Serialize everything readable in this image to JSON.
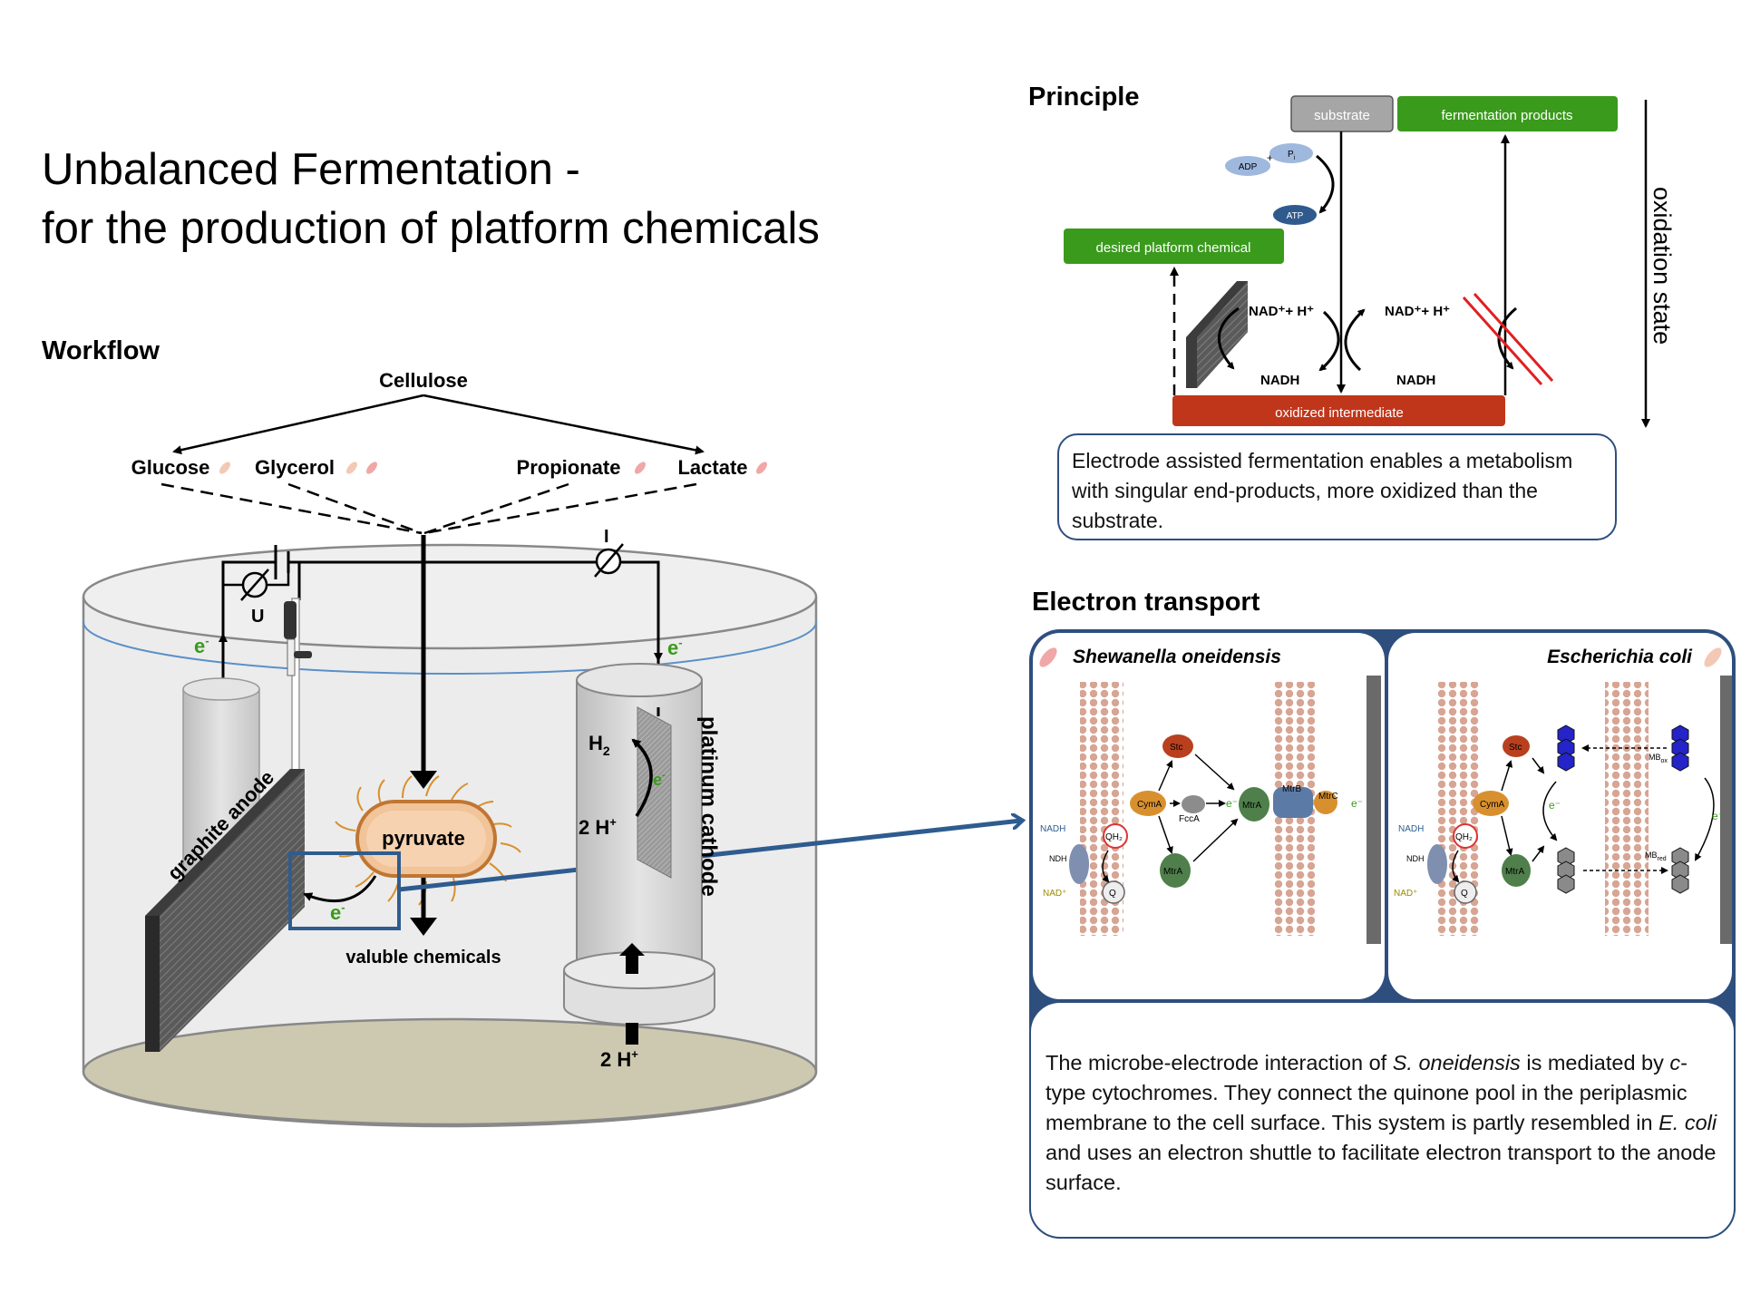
{
  "title": {
    "line1": "Unbalanced Fermentation -",
    "line2": "for the production of platform chemicals"
  },
  "workflow": {
    "heading": "Workflow",
    "cellulose": "Cellulose",
    "substrates": [
      "Glucose",
      "Glycerol",
      "Propionate",
      "Lactate"
    ],
    "voltage_label": "U",
    "current_label": "I",
    "electron_label": "e",
    "electron_sup": "-",
    "anode_label": "graphite anode",
    "cathode_label": "platinum cathode",
    "pyruvate": "pyruvate",
    "products": "valuble chemicals",
    "h2": "H",
    "h2_sub": "2",
    "proton_2h": "2 H",
    "proton_sup": "+"
  },
  "principle": {
    "heading": "Principle",
    "substrate": "substrate",
    "fermentation_products": "fermentation products",
    "desired_chemical": "desired platform chemical",
    "oxidized_intermediate": "oxidized intermediate",
    "adp": "ADP",
    "pi": "P",
    "pi_sub": "i",
    "plus": "+",
    "atp": "ATP",
    "nad_left": "NAD⁺+ H⁺",
    "nad_right": "NAD⁺+ H⁺",
    "nadh_left": "NADH",
    "nadh_right": "NADH",
    "oxidation_state": "oxidation state",
    "text": "Electrode assisted fermentation enables a metabolism with singular end-products, more oxidized than the substrate."
  },
  "electron_transport": {
    "heading": "Electron transport",
    "organism_left": "Shewanella oneidensis",
    "organism_right": "Escherichia coli",
    "labels_left": {
      "nadh": "NADH",
      "ndh": "NDH",
      "nad": "NAD⁺",
      "qh2": "QH₂",
      "q": "Q",
      "cyma": "CymA",
      "stc": "Stc",
      "fcca": "FccA",
      "mtra": "MtrA",
      "mtrb": "MtrB",
      "mtrc": "MtrC",
      "e": "e⁻"
    },
    "labels_right": {
      "nadh": "NADH",
      "ndh": "NDH",
      "nad": "NAD⁺",
      "qh2": "QH₂",
      "q": "Q",
      "cyma": "CymA",
      "stc": "Stc",
      "mtra": "MtrA",
      "mb_ox": "MB",
      "mb_ox_sub": "ox",
      "mb_red": "MB",
      "mb_red_sub": "red",
      "e": "e⁻"
    },
    "text_parts": [
      {
        "t": "The microbe-electrode interaction of ",
        "i": false
      },
      {
        "t": "S. oneidensis",
        "i": true
      },
      {
        "t": " is mediated by ",
        "i": false
      },
      {
        "t": "c",
        "i": true
      },
      {
        "t": "-type cytochromes. They connect the quinone pool in the periplasmic membrane to  the cell surface. This system is partly resembled in ",
        "i": false
      },
      {
        "t": "E. coli",
        "i": true
      },
      {
        "t": " and uses an electron shuttle to facilitate electron transport to the anode surface.",
        "i": false
      }
    ]
  },
  "colors": {
    "green_box": "#3a9a1c",
    "grey_box": "#a6a6a6",
    "red_box": "#c0361a",
    "frame_blue": "#2e4f7e",
    "anode_dark": "#555555",
    "membrane": "#d7a594",
    "cyma_orange": "#d8902e",
    "stc_red": "#b9401f",
    "mtra_green": "#4f7f4a",
    "mtrb_blue": "#5b7aa6",
    "mb_ox_blue": "#2424c8",
    "mb_red_grey": "#8a8a8a",
    "bacterium": "#f1c49a"
  }
}
